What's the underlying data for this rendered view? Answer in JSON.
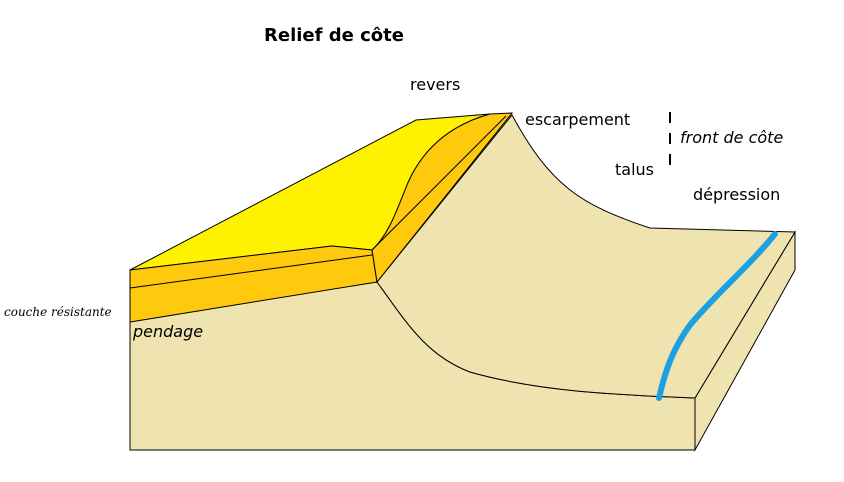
{
  "diagram": {
    "title": "Relief de côte",
    "labels": {
      "revers": "revers",
      "escarpement": "escarpement",
      "front_de_cote": "front de côte",
      "talus": "talus",
      "depression": "dépression",
      "couche_resistante": "couche résistante",
      "pendage": "pendage"
    },
    "colors": {
      "resistant_top": "#FFF200",
      "resistant_side": "#FFC90E",
      "soft_layer": "#EFE4B0",
      "river": "#1BA1E2",
      "outline": "#000000"
    }
  }
}
